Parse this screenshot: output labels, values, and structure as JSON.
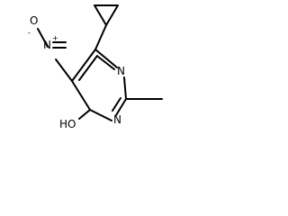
{
  "molecule": {
    "labels": {
      "nitro_o_top": "O",
      "nitro_o_charge": "-",
      "nitro_n": "N",
      "nitro_n_charge": "+",
      "ring_n_upper": "N",
      "ring_n_lower": "N",
      "hydroxyl": "HO"
    }
  }
}
